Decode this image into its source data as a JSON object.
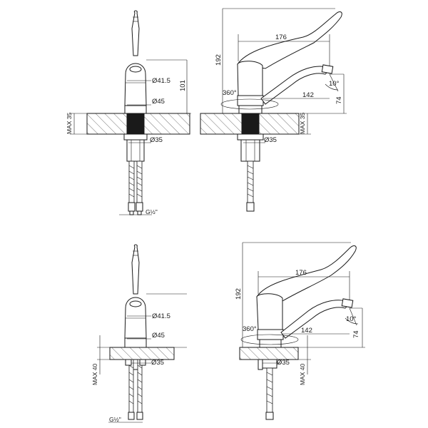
{
  "view_top_front": {
    "dia_aerator": "Ø41.5",
    "dia_body": "Ø45",
    "dia_shank": "Ø35",
    "height_body": "101",
    "max_deck": "MAX 35",
    "thread": "G½\""
  },
  "view_top_side": {
    "height_total": "192",
    "spout_reach": "176",
    "swivel": "360°",
    "spout_inner": "142",
    "spout_angle": "10°",
    "spout_height": "74",
    "max_deck": "MAX 35",
    "dia_shank": "Ø35"
  },
  "view_bottom_front": {
    "dia_aerator": "Ø41.5",
    "dia_body": "Ø45",
    "dia_shank": "Ø35",
    "max_deck": "MAX 40",
    "thread": "G½\""
  },
  "view_bottom_side": {
    "height_total": "192",
    "spout_reach": "176",
    "swivel": "360°",
    "spout_inner": "142",
    "spout_angle": "10°",
    "spout_height": "74",
    "max_deck": "MAX 40",
    "dia_shank": "Ø35"
  }
}
